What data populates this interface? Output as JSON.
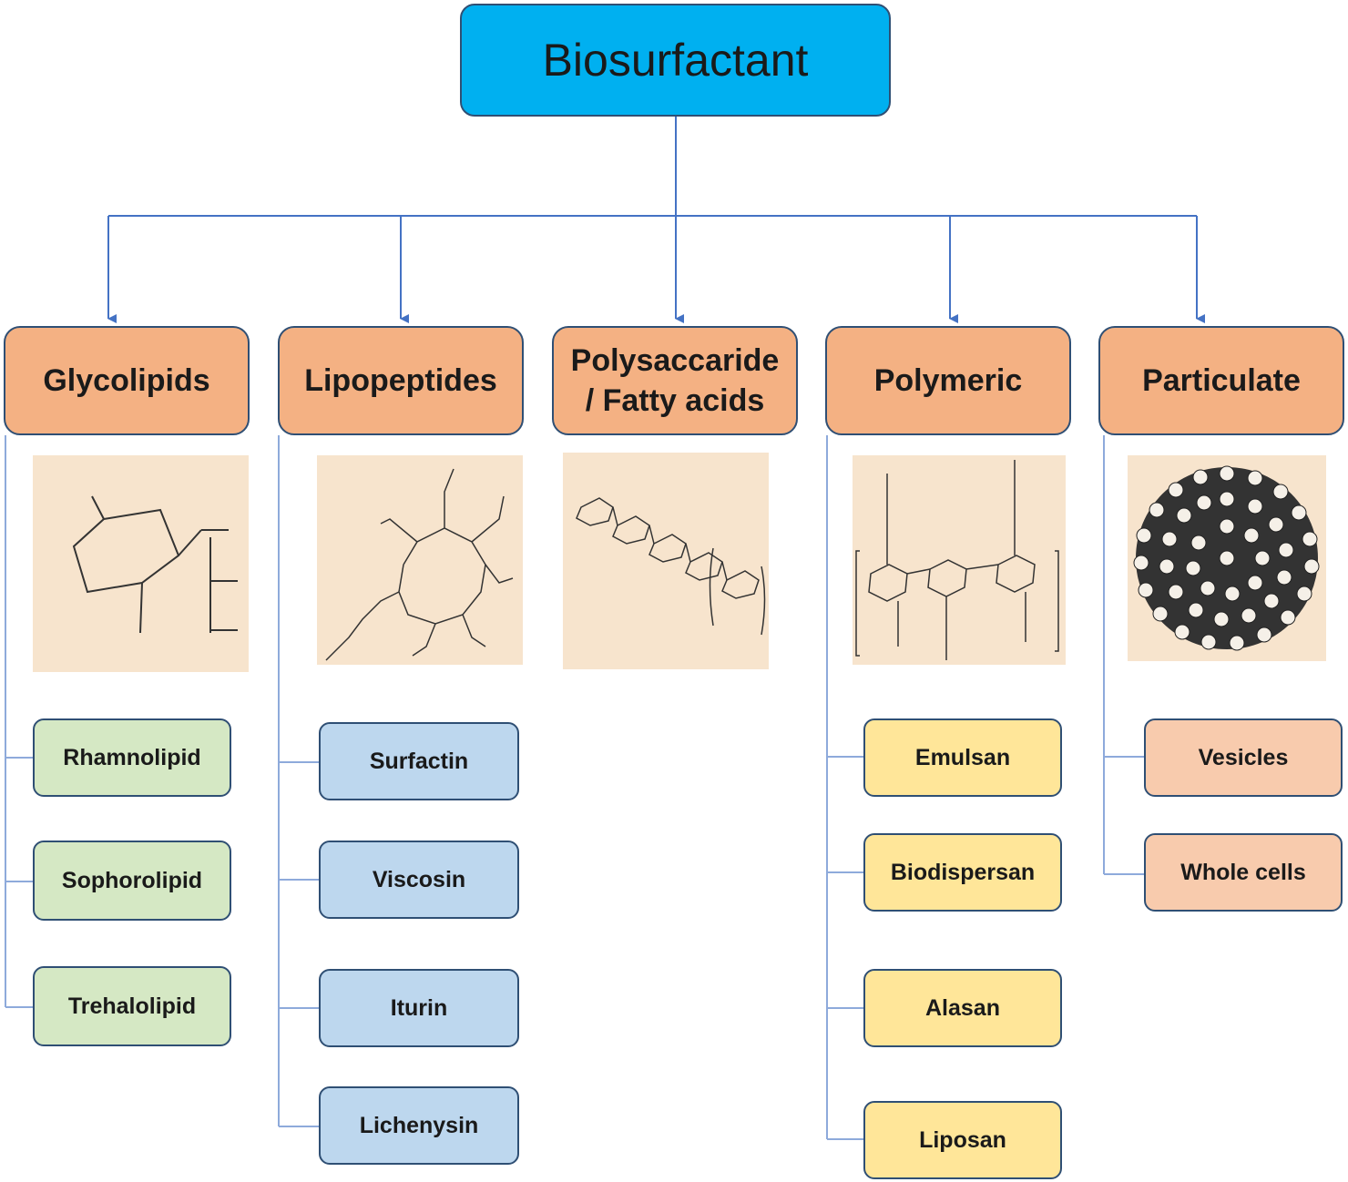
{
  "root": {
    "label": "Biosurfactant"
  },
  "categories": [
    {
      "label": "Glycolipids",
      "structure_icon": "glycolipid-structure-icon",
      "children": [
        "Rhamnolipid",
        "Sophorolipid",
        "Trehalolipid"
      ]
    },
    {
      "label": "Lipopeptides",
      "structure_icon": "lipopeptide-structure-icon",
      "children": [
        "Surfactin",
        "Viscosin",
        "Iturin",
        "Lichenysin"
      ]
    },
    {
      "label": "Polysaccaride\n/ Fatty acids",
      "structure_icon": "polysaccharide-structure-icon",
      "children": []
    },
    {
      "label": "Polymeric",
      "structure_icon": "polymeric-structure-icon",
      "children": [
        "Emulsan",
        "Biodispersan",
        "Alasan",
        "Liposan"
      ]
    },
    {
      "label": "Particulate",
      "structure_icon": "micelle-structure-icon",
      "children": [
        "Vesicles",
        "Whole cells"
      ]
    }
  ],
  "colors": {
    "root": "#00b0f0",
    "category": "#f4b183",
    "connector": "#4472c4",
    "glycolipid_leaf": "#d5e8c4",
    "lipopeptide_leaf": "#bdd7ee",
    "polymeric_leaf": "#ffe699",
    "particulate_leaf": "#f8cbad",
    "structure_bg": "#f7e4cd"
  }
}
